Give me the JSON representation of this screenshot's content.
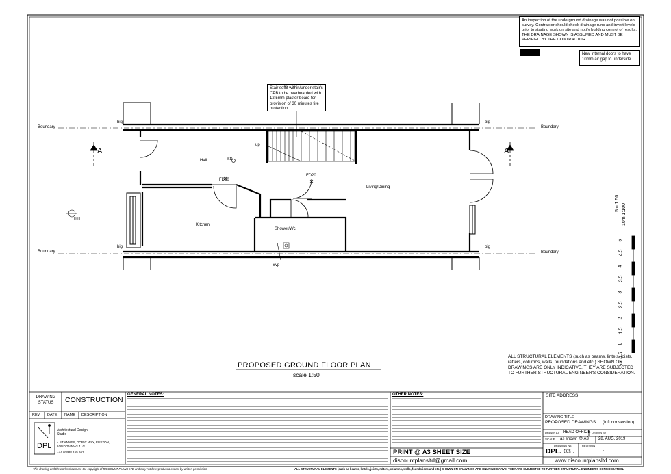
{
  "notes": {
    "drainage": "An inspection of the underground drainage was not possible on survey. Contractor should check drainage runs and invert levels prior to starting work on site and notify building control of results. THE DRAINAGE SHOWN IS ASSUMED AND MUST BE VERIFIED BY THE CONTRACTOR.",
    "doors": "New internal doors to have 10mm air gap to underside.",
    "stair": "Stair soffit within/under stair's CPB to be overboarded with 12.5mm plaster board for provision of 30 minutes fire protection.",
    "structural": "ALL STRUCTURAL ELEMENTS (such as beams, lintels, joists, rafters, columns, walls, foundations and etc.) SHOWN ON DRAWINGS ARE ONLY INDICATIVE, THEY ARE SUBJECTED TO FURTHER STRUCTURAL ENGINEER'S CONSIDERATION."
  },
  "plan": {
    "title": "PROPOSED GROUND FLOOR PLAN",
    "scale": "scale 1:50",
    "rooms": {
      "hall": "Hall",
      "kitchen": "Kitchen",
      "shower": "Shower/Wc",
      "living": "Living/Dining"
    },
    "labels": {
      "boundary": "Boundary",
      "big": "big",
      "up": "up",
      "sd": "SD",
      "fd20": "FD20",
      "svp": "Svp",
      "section": "A",
      "north": "H-H"
    }
  },
  "scalebar": {
    "label1": "5m 1:50",
    "label2": "10m 1:100",
    "ticks": [
      "0",
      "0.5",
      "1",
      "1.5",
      "2",
      "2.5",
      "3",
      "3.5",
      "4",
      "4.5",
      "5"
    ]
  },
  "titleblock": {
    "status_label": "DRAWING STATUS",
    "status": "CONSTRUCTION",
    "rev_headers": [
      "REV.",
      "DATE",
      "NAME",
      "DESCRIPTION"
    ],
    "general_notes_title": "GENERAL NOTES:",
    "other_notes_title": "OTHER NOTES:",
    "logo": "DPL",
    "studio": "Architectural Design Studio",
    "address": "4 ST ANNES, DORIC WAY, EUSTON, LONDON NW1 1LG",
    "phone": "+44 07988 155 957",
    "print": "PRINT @ A3 SHEET SIZE",
    "email": "discountplansltd@gmail.com",
    "site_address": "SITE ADDRESS",
    "drawing_title_label": "DRAWING TITLE",
    "drawing_title": "PROPOSED DRAWINGS",
    "drawing_title_sub": "(loft conversion)",
    "drawn_at_label": "DRAWN AT",
    "drawn_at": "HEAD OFFICE",
    "drawn_by_label": "DRAWN BY",
    "scale_label": "SCALE",
    "scale": "as shown @ A3",
    "date": "28. AUG. 2019",
    "drawing_no_label": "DRAWING No.",
    "drawing_no": "DPL. 03 .",
    "revision_label": "REVISION",
    "revision": "-",
    "website": "www.discountplansltd.com"
  },
  "footer": {
    "copyright": "This drawing and the works shown are the copyright of DISCOUNT PLANS LTD and may not be reproduced except by written permission.",
    "structural": "ALL STRUCTURAL ELEMENTS (such as beams, lintels, joists, rafters, columns, walls, foundations and etc.) SHOWN ON DRAWINGS ARE ONLY INDICATIVE, THEY ARE SUBJECTED TO FURTHER STRUCTURAL ENGINEER'S CONSIDERATION."
  }
}
